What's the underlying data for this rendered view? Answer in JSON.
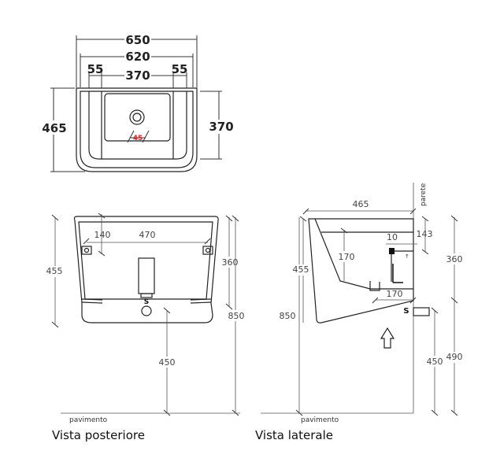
{
  "top_view": {
    "overall_width": "650",
    "inner_width": "620",
    "left_offset": "55",
    "center_width": "370",
    "right_offset": "55",
    "overall_depth": "465",
    "basin_depth": "370",
    "drain_diameter": "45",
    "drain_color": "#e0282e"
  },
  "rear_view": {
    "bracket_offset": "140",
    "bracket_spacing": "470",
    "height": "455",
    "bracket_height": "360",
    "total_height": "850",
    "drain_height": "450",
    "drain_label": "S",
    "floor_label": "pavimento",
    "caption": "Vista posteriore"
  },
  "side_view": {
    "depth": "465",
    "wall_label": "parete",
    "pipe_offset": "10",
    "top_to_supply": "143",
    "basin_depth": "170",
    "drain_distance": "170",
    "height": "455",
    "total_height": "850",
    "bracket_height": "360",
    "drain_height": "450",
    "supply_height": "490",
    "drain_label": "S",
    "floor_label": "pavimento",
    "caption": "Vista laterale"
  }
}
